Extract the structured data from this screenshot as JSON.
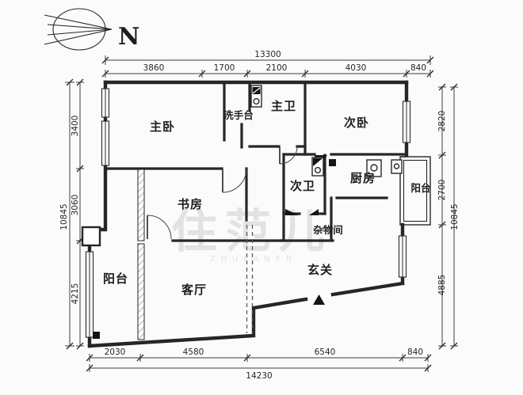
{
  "compass": {
    "label": "N"
  },
  "watermark": {
    "brand": "住范儿",
    "subbrand": "ZHUFANER"
  },
  "rooms": {
    "master_bedroom": "主卧",
    "washstand": "洗手台",
    "master_bathroom": "主卫",
    "second_bedroom": "次卧",
    "study": "书房",
    "second_bathroom": "次卫",
    "kitchen": "厨房",
    "balcony_right": "阳台",
    "storage_room": "杂物间",
    "entrance": "玄关",
    "living_room": "客厅",
    "balcony_left": "阳台"
  },
  "dimensions": {
    "top": {
      "total": "13300",
      "segments": [
        "3860",
        "1700",
        "2100",
        "4030",
        "840"
      ]
    },
    "bottom": {
      "total": "14230",
      "segments": [
        "2030",
        "4580",
        "6540",
        "840"
      ]
    },
    "left": {
      "total": "10845",
      "segments": [
        "3400",
        "3060",
        "4215"
      ]
    },
    "right": {
      "total": "10845",
      "segments": [
        "2820",
        "2700",
        "4885"
      ]
    }
  },
  "colors": {
    "wall": "#262626",
    "dimension_line": "#3c3c3c",
    "watermark": "#dcdcdc",
    "background": "#fbfbfb",
    "fixture_black": "#141414"
  }
}
